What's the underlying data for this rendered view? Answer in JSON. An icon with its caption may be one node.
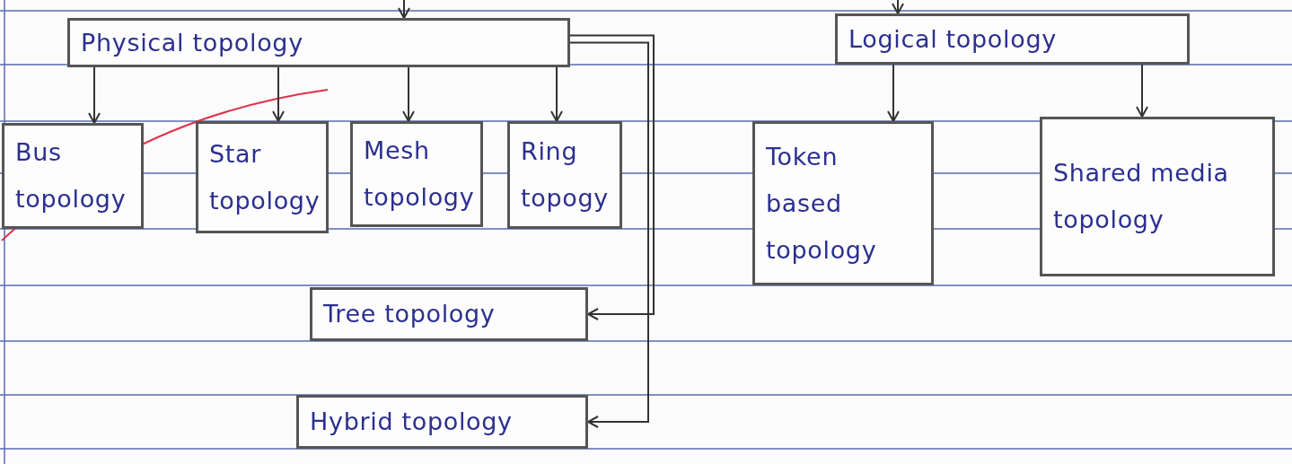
{
  "diagram": {
    "nodes": [
      {
        "text": [
          "Physical topology"
        ]
      },
      {
        "text": [
          "Bus topology"
        ]
      },
      {
        "text": [
          "Star topology"
        ]
      },
      {
        "text": [
          "Mesh topology"
        ]
      },
      {
        "text": [
          "Ring topogy"
        ]
      },
      {
        "text": [
          "Tree topology"
        ]
      },
      {
        "text": [
          "Hybrid topology"
        ]
      },
      {
        "text": [
          "Logical topology"
        ]
      },
      {
        "text": [
          "Token based topology"
        ]
      },
      {
        "text": [
          "Shared media topology"
        ]
      }
    ],
    "edges": [
      {
        "from": null,
        "to": 0,
        "arrow": "to"
      },
      {
        "from": null,
        "to": 7,
        "arrow": "to"
      },
      {
        "from": 0,
        "to": 1,
        "arrow": "to"
      },
      {
        "from": 0,
        "to": 2,
        "arrow": "to"
      },
      {
        "from": 0,
        "to": 3,
        "arrow": "to"
      },
      {
        "from": 0,
        "to": 4,
        "arrow": "to"
      },
      {
        "from": 0,
        "to": 5,
        "arrow": "to"
      },
      {
        "from": 0,
        "to": 6,
        "arrow": "to"
      },
      {
        "from": 7,
        "to": 8,
        "arrow": "to"
      },
      {
        "from": 7,
        "to": 9,
        "arrow": "to"
      }
    ]
  }
}
